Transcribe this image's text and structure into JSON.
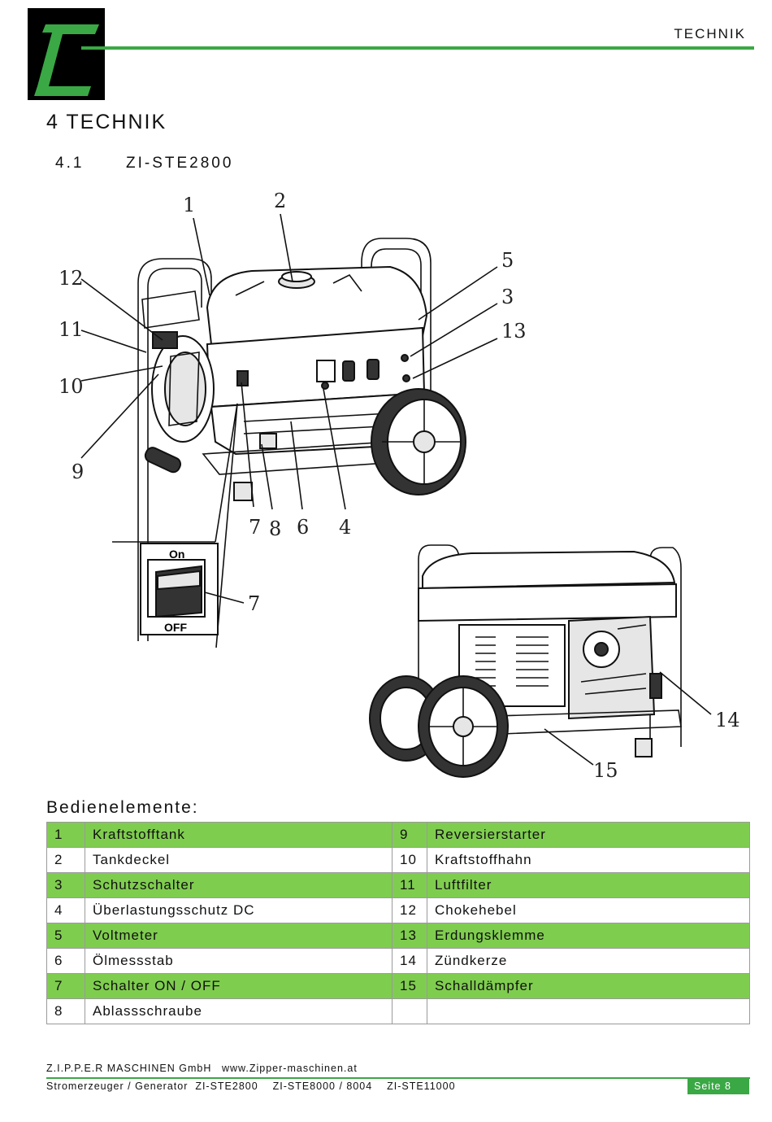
{
  "header": {
    "label": "TECHNIK"
  },
  "section": {
    "title": "4  TECHNIK",
    "sub_number": "4.1",
    "sub_title": "ZI-STE2800"
  },
  "figure": {
    "callouts": [
      "1",
      "2",
      "3",
      "4",
      "5",
      "6",
      "7",
      "8",
      "9",
      "10",
      "11",
      "12",
      "13",
      "14",
      "15"
    ],
    "switch_on": "On",
    "switch_off": "OFF",
    "switch_callout": "7"
  },
  "controls": {
    "heading": "Bedienelemente:",
    "rows": [
      {
        "n1": "1",
        "t1": "Kraftstofftank",
        "n2": "9",
        "t2": "Reversierstarter"
      },
      {
        "n1": "2",
        "t1": "Tankdeckel",
        "n2": "10",
        "t2": "Kraftstoffhahn"
      },
      {
        "n1": "3",
        "t1": "Schutzschalter",
        "n2": "11",
        "t2": "Luftfilter"
      },
      {
        "n1": "4",
        "t1": "Überlastungsschutz DC",
        "n2": "12",
        "t2": "Chokehebel"
      },
      {
        "n1": "5",
        "t1": "Voltmeter",
        "n2": "13",
        "t2": "Erdungsklemme"
      },
      {
        "n1": "6",
        "t1": "Ölmessstab",
        "n2": "14",
        "t2": "Zündkerze"
      },
      {
        "n1": "7",
        "t1": "Schalter ON / OFF",
        "n2": "15",
        "t2": "Schalldämpfer"
      },
      {
        "n1": "8",
        "t1": "Ablassschraube",
        "n2": "",
        "t2": ""
      }
    ]
  },
  "footer": {
    "company": "Z.I.P.P.E.R MASCHINEN GmbH",
    "website": "www.Zipper-maschinen.at",
    "product": "Stromerzeuger / Generator  ZI-STE2800    ZI-STE8000 / 8004    ZI-STE11000",
    "page": "Seite 8"
  },
  "colors": {
    "brand_green": "#3aa845",
    "row_green": "#7fcd4f",
    "logo_black": "#000000"
  }
}
